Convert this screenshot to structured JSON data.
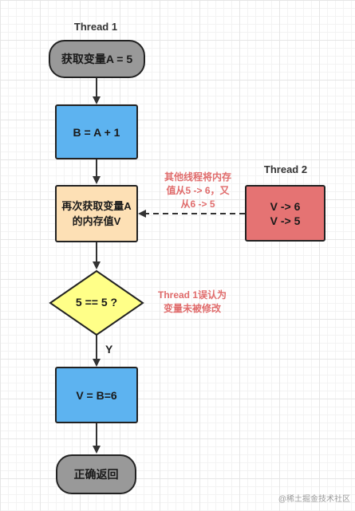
{
  "thread1_label": "Thread 1",
  "thread2_label": "Thread 2",
  "nodes": {
    "start": "获取变量A = 5",
    "compute": "B = A + 1",
    "reread": "再次获取变量A的内存值V",
    "thread2_line1": "V -> 6",
    "thread2_line2": "V -> 5",
    "decision": "5 == 5 ?",
    "assign": "V = B=6",
    "end": "正确返回"
  },
  "annotations": {
    "thread2_note_line1": "其他线程将内存",
    "thread2_note_line2": "值从5 -> 6，又",
    "thread2_note_line3": "从6 -> 5",
    "decision_note_line1": "Thread 1误认为",
    "decision_note_line2": "变量未被修改"
  },
  "edge_labels": {
    "yes": "Y"
  },
  "watermark": "@稀土掘金技术社区",
  "colors": {
    "terminal": "#999999",
    "process_blue": "#5db3f0",
    "process_orange": "#fde0b5",
    "process_red": "#e57373",
    "decision_yellow": "#ffff88",
    "annotation_red": "#e06c6c"
  }
}
